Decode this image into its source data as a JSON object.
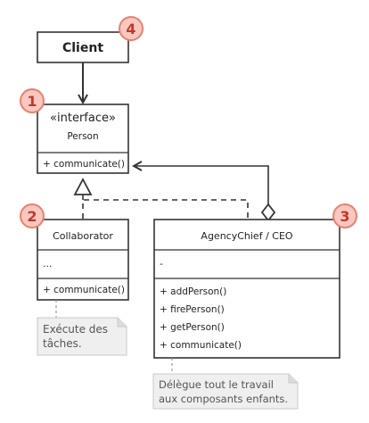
{
  "badges": [
    "1",
    "2",
    "3",
    "4"
  ],
  "client": {
    "name": "Client"
  },
  "person": {
    "stereotype": "«interface»",
    "name": "Person",
    "methods": [
      "+ communicate()"
    ]
  },
  "collaborator": {
    "name": "Collaborator",
    "fields": [
      "..."
    ],
    "methods": [
      "+ communicate()"
    ]
  },
  "agency": {
    "name": "AgencyChief / CEO",
    "fields": [
      "-"
    ],
    "methods": [
      "+ addPerson()",
      "+ firePerson()",
      "+ getPerson()",
      "+ communicate()"
    ]
  },
  "notes": {
    "collaborator": [
      "Exécute des",
      "tâches."
    ],
    "agency": [
      "Délègue tout le travail",
      "aux composants enfants."
    ]
  },
  "colors": {
    "box_fill": "#ffffff",
    "box_stroke": "#333333",
    "header_fill": "#ffffff",
    "badge_fill": "#f8c8c0",
    "badge_stroke": "#e8806e",
    "note_fill": "#efefef",
    "note_stroke": "#c8c8c8"
  }
}
